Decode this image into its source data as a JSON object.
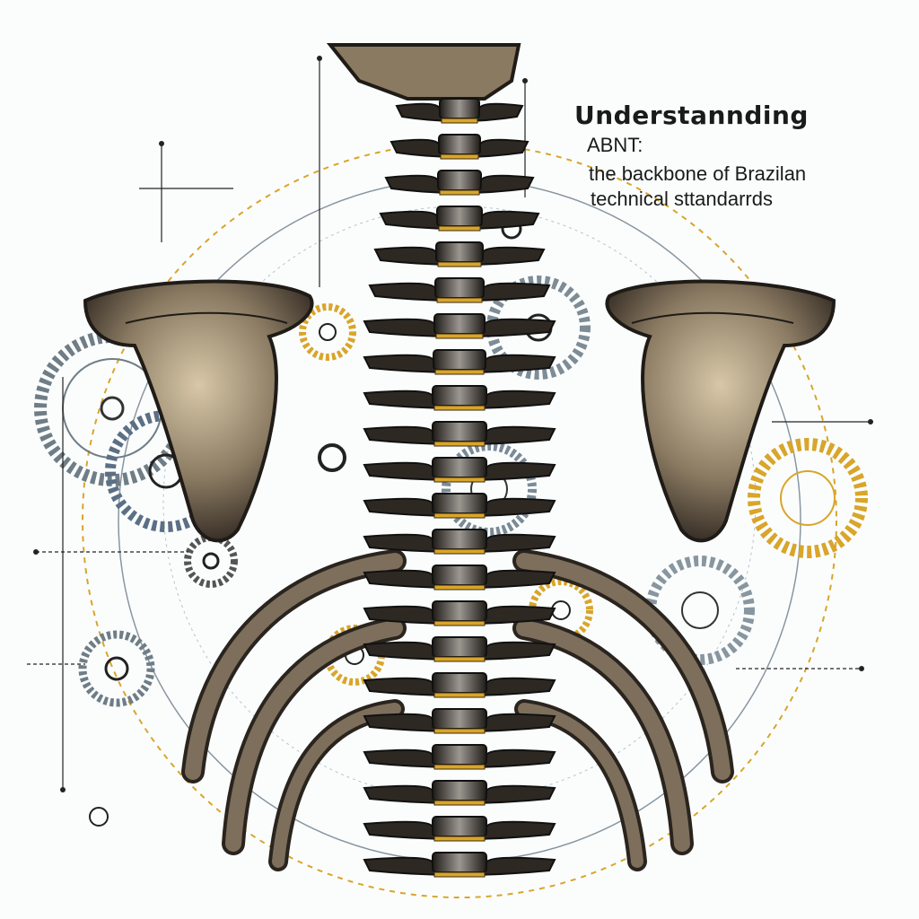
{
  "title": {
    "line1": "Understannding",
    "line2": "ABNT:",
    "line3": "the backbone of Brazilan",
    "line4": "technical sttandarrds"
  },
  "colors": {
    "bone": "#8a7a62",
    "bone_dark": "#2a241e",
    "gold": "#d9a52a",
    "gear_gray": "#8896a0",
    "ink": "#1a1a1a"
  },
  "icons": [
    "spine-icon",
    "scapula-icon",
    "rib-icon",
    "gear-icon"
  ]
}
